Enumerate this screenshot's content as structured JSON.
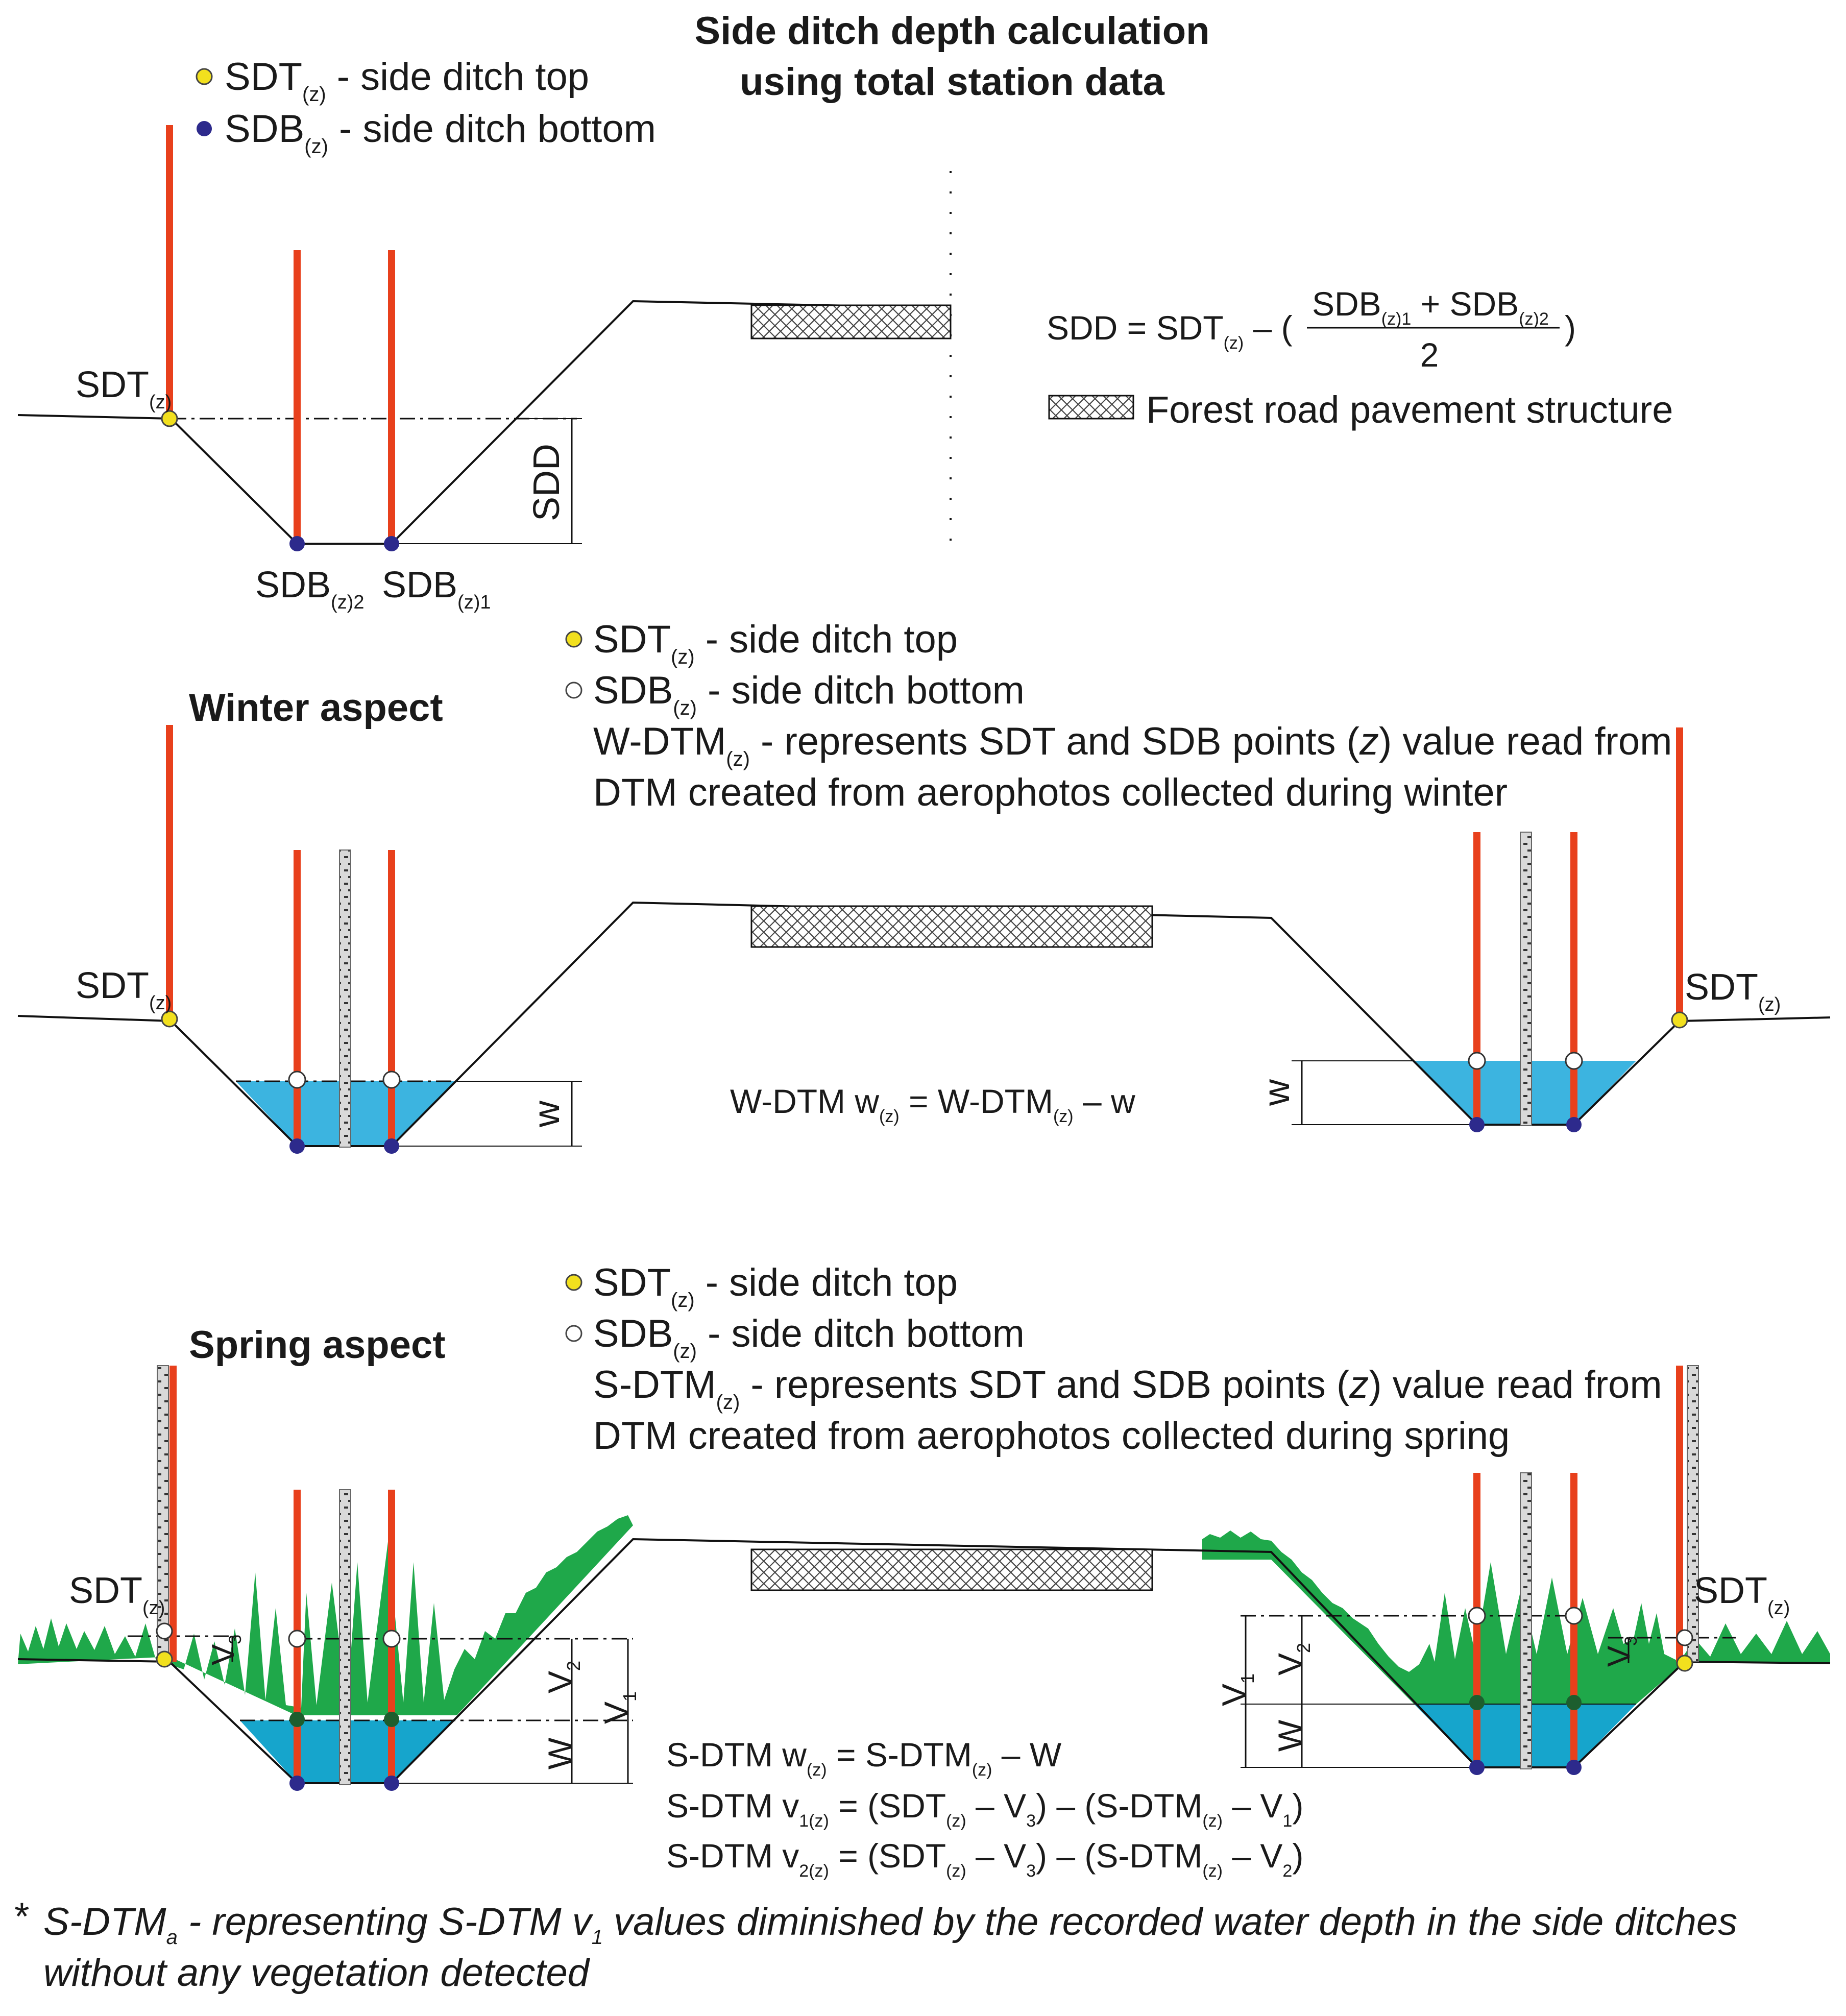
{
  "title": {
    "line1": "Side ditch depth calculation",
    "line2": "using total station data"
  },
  "colors": {
    "pole": "#e8401c",
    "sdt_marker": "#f2e01e",
    "sdb_marker_top": "#2d2a8c",
    "water": "#3cb4e0",
    "water_spring": "#16a5cc",
    "grass": "#1fa84a",
    "mid_marker": "#1d5e2e"
  },
  "top": {
    "legend": {
      "sdt_main": "SDT",
      "sdt_sub": "(z)",
      "sdt_desc": " - side ditch top",
      "sdb_main": "SDB",
      "sdb_sub": "(z)",
      "sdb_desc": " - side ditch bottom"
    },
    "labels": {
      "sdt_main": "SDT",
      "sdt_sub": "(z)",
      "sdb2_main": "SDB",
      "sdb2_sub": "(z)2",
      "sdb1_main": "SDB",
      "sdb1_sub": "(z)1",
      "sdd": "SDD"
    },
    "formula": {
      "lhs": "SDD = SDT",
      "lhs_sub": "(z)",
      "minus_paren": " – (",
      "num_a": "SDB",
      "num_a_sub": "(z)1",
      "num_plus": " + SDB",
      "num_b_sub": "(z)2",
      "den": "2",
      "close": ")"
    },
    "pavement_legend": "Forest road pavement structure"
  },
  "winter": {
    "heading": "Winter aspect",
    "legend": {
      "sdt_main": "SDT",
      "sdt_sub": "(z)",
      "sdt_desc": " - side ditch top",
      "sdb_main": "SDB",
      "sdb_sub": "(z)",
      "sdb_desc": " - side ditch bottom",
      "wdtm_main": "W-DTM",
      "wdtm_sub": "(z)",
      "wdtm_desc_a": " - represents SDT and SDB points (",
      "wdtm_desc_z": "z",
      "wdtm_desc_b": ") value read from",
      "wdtm_desc_line2": "DTM created from aerophotos collected during winter"
    },
    "labels": {
      "sdt_left_main": "SDT",
      "sdt_left_sub": "(z)",
      "sdt_right_main": "SDT",
      "sdt_right_sub": "(z)",
      "w_left": "w",
      "w_right": "w"
    },
    "formula": {
      "a": "W-DTM w",
      "a_sub": "(z)",
      "b": " = W-DTM",
      "b_sub": "(z)",
      "c": " – w"
    }
  },
  "spring": {
    "heading": "Spring aspect",
    "legend": {
      "sdt_main": "SDT",
      "sdt_sub": "(z)",
      "sdt_desc": " - side ditch top",
      "sdb_main": "SDB",
      "sdb_sub": "(z)",
      "sdb_desc": " - side ditch bottom",
      "sdtm_main": "S-DTM",
      "sdtm_sub": "(z)",
      "sdtm_desc_a": " - represents SDT and SDB points (",
      "sdtm_desc_z": "z",
      "sdtm_desc_b": ") value read from",
      "sdtm_desc_line2": "DTM created from aerophotos collected during spring"
    },
    "labels": {
      "sdt_left_main": "SDT",
      "sdt_left_sub": "(z)",
      "sdt_right_main": "SDT",
      "sdt_right_sub": "(z)",
      "v3_left": "V",
      "v3_left_sub": "3",
      "v3_right": "V",
      "v3_right_sub": "3",
      "v2_left": "V",
      "v2_left_sub": "2",
      "v1_left": "V",
      "v1_left_sub": "1",
      "w_left": "W",
      "v1_right": "V",
      "v1_right_sub": "1",
      "v2_right": "V",
      "v2_right_sub": "2",
      "w_right": "W"
    },
    "formulas": {
      "f1_a": "S-DTM w",
      "f1_a_sub": "(z)",
      "f1_b": " = S-DTM",
      "f1_b_sub": "(z)",
      "f1_c": " – W",
      "f2_a": "S-DTM v",
      "f2_a_sub": "1(z)",
      "f2_b": " = (SDT",
      "f2_b_sub": "(z)",
      "f2_c": " – V",
      "f2_c_sub": "3",
      "f2_d": ") – (S-DTM",
      "f2_d_sub": "(z)",
      "f2_e": " – V",
      "f2_e_sub": "1",
      "f2_f": ")",
      "f3_a": "S-DTM v",
      "f3_a_sub": "2(z)",
      "f3_b": " = (SDT",
      "f3_b_sub": "(z)",
      "f3_c": " – V",
      "f3_c_sub": "3",
      "f3_d": ") – (S-DTM",
      "f3_d_sub": "(z)",
      "f3_e": " – V",
      "f3_e_sub": "2",
      "f3_f": ")"
    }
  },
  "footnote": {
    "star": "*",
    "a": "S-DTM",
    "a_sub": "a",
    "b": " - representing S-DTM v",
    "b_sub": "1",
    "c": " values diminished by the recorded water depth in the side ditches",
    "line2": "without any vegetation detected"
  }
}
